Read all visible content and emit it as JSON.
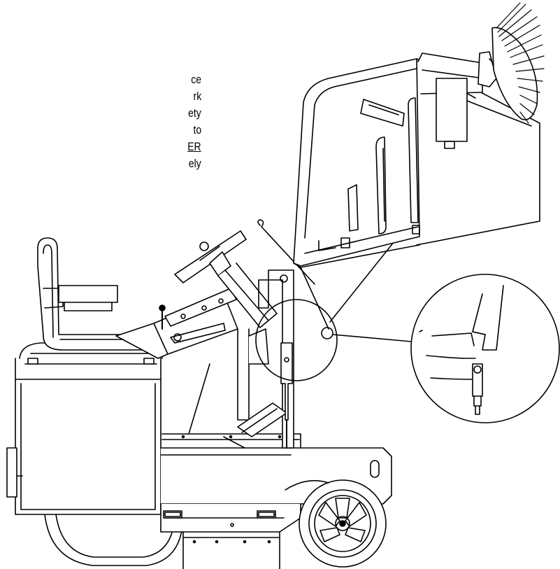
{
  "caption_lines": [
    "ce",
    "rk",
    "ety",
    "to",
    "ER",
    "ely"
  ],
  "colors": {
    "ink": "#000000",
    "paper": "#ffffff"
  }
}
